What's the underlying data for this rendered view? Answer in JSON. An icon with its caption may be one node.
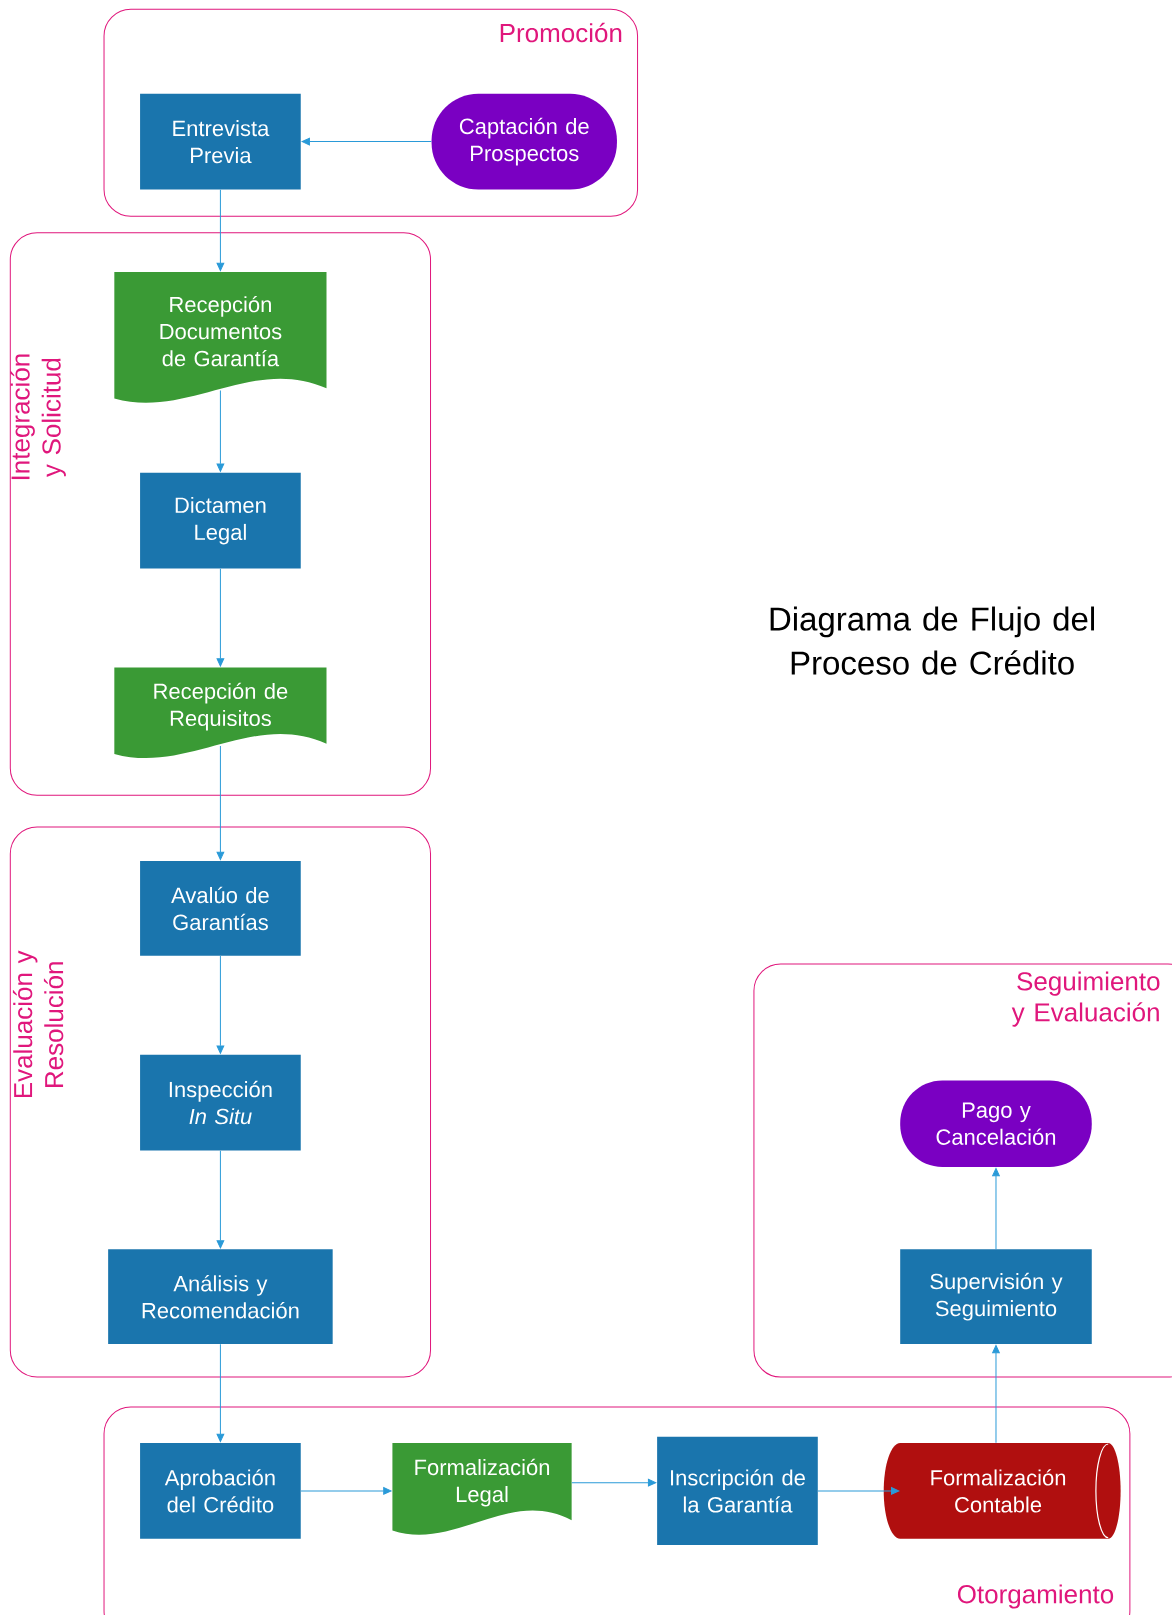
{
  "diagram": {
    "title": "Diagrama de Flujo del Proceso de Crédito",
    "nodes": [
      {
        "text": [
          "Promoción"
        ]
      },
      {
        "text": [
          "Entrevista Previa"
        ],
        "in": 0
      },
      {
        "text": [
          "Captación de Prospectos"
        ],
        "in": 0
      },
      {
        "text": [
          "Integración y Solicitud"
        ]
      },
      {
        "text": [
          "Recepción Documentos de Garantía"
        ],
        "in": 3
      },
      {
        "text": [
          "Dictamen Legal"
        ],
        "in": 3
      },
      {
        "text": [
          "Recepción de Requisitos"
        ],
        "in": 3
      },
      {
        "text": [
          "Evaluación y Resolución"
        ]
      },
      {
        "text": [
          "Avalúo de Garantías"
        ],
        "in": 7
      },
      {
        "text": [
          "Inspección *In Situ*"
        ],
        "in": 7
      },
      {
        "text": [
          "Análisis y Recomendación"
        ],
        "in": 7
      },
      {
        "text": [
          "Seguimiento y Evaluación"
        ]
      },
      {
        "text": [
          "Pago y Cancelación"
        ],
        "in": 11
      },
      {
        "text": [
          "Supervisión y Seguimiento"
        ],
        "in": 11
      },
      {
        "text": [
          "Otorgamiento"
        ]
      },
      {
        "text": [
          "Aprobación del Crédito"
        ],
        "in": 14
      },
      {
        "text": [
          "Formalización Legal"
        ],
        "in": 14
      },
      {
        "text": [
          "Inscripción de la Garantía"
        ],
        "in": 14
      },
      {
        "text": [
          "Formalización Contable"
        ],
        "in": 14
      }
    ],
    "edges": [
      {
        "from": 2,
        "to": 1,
        "arrow": "to"
      },
      {
        "from": 1,
        "to": 4,
        "arrow": "to"
      },
      {
        "from": 4,
        "to": 5,
        "arrow": "to"
      },
      {
        "from": 5,
        "to": 6,
        "arrow": "to"
      },
      {
        "from": 6,
        "to": 8,
        "arrow": "to"
      },
      {
        "from": 8,
        "to": 9,
        "arrow": "to"
      },
      {
        "from": 9,
        "to": 10,
        "arrow": "to"
      },
      {
        "from": 10,
        "to": 15,
        "arrow": "to"
      },
      {
        "from": 15,
        "to": 16,
        "arrow": "to"
      },
      {
        "from": 16,
        "to": 17,
        "arrow": "to"
      },
      {
        "from": 17,
        "to": 18,
        "arrow": "to"
      },
      {
        "from": 18,
        "to": 13,
        "arrow": "to"
      },
      {
        "from": 13,
        "to": 12,
        "arrow": "to"
      }
    ]
  }
}
